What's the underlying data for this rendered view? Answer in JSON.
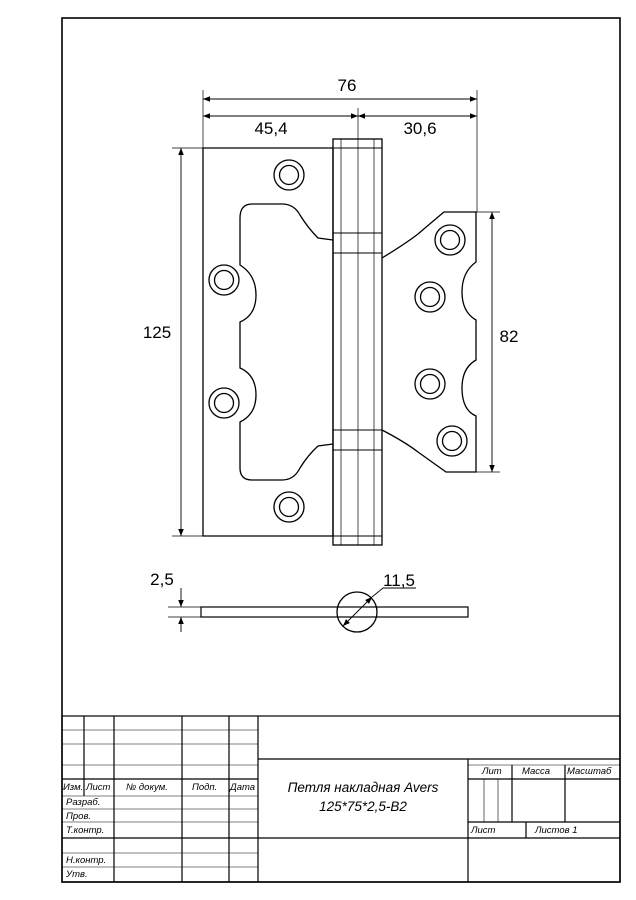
{
  "drawing": {
    "dims": {
      "overall_width": "76",
      "left_width": "45,4",
      "right_width": "30,6",
      "height": "125",
      "wing_height": "82",
      "thickness": "2,5",
      "knuckle_diameter": "11,5"
    }
  },
  "title_block": {
    "headers": {
      "izm": "Изм.",
      "list": "Лист",
      "doc": "№ докум.",
      "sign": "Подп.",
      "date": "Дата"
    },
    "roles": [
      "Разраб.",
      "Пров.",
      "Т.контр.",
      "",
      "Н.контр.",
      "Утв."
    ],
    "title_line1": "Петля накладная Avers",
    "title_line2": "125*75*2,5-В2",
    "lit_label": "Лит",
    "mass_label": "Масса",
    "scale_label": "Масштаб",
    "sheet_label": "Лист",
    "sheets_label": "Листов 1"
  }
}
